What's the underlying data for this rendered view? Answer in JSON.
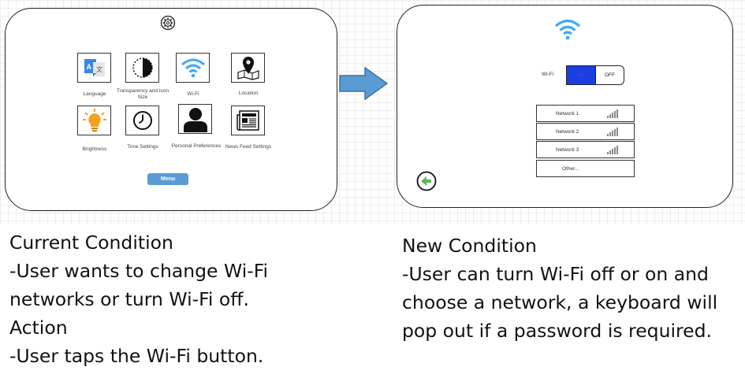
{
  "left_screen": {
    "tiles": [
      {
        "icon": "language-icon",
        "label": "Language"
      },
      {
        "icon": "contrast-icon",
        "label": "Transparency and Icon Size"
      },
      {
        "icon": "wifi-icon",
        "label": "Wi-Fi"
      },
      {
        "icon": "location-pin-icon",
        "label": "Location"
      },
      {
        "icon": "lightbulb-icon",
        "label": "Brightness"
      },
      {
        "icon": "clock-icon",
        "label": "Time Settings"
      },
      {
        "icon": "person-icon",
        "label": "Personal Preferences"
      },
      {
        "icon": "newspaper-icon",
        "label": "News Feed Settings"
      }
    ],
    "menu_label": "Menu"
  },
  "right_screen": {
    "wifi_label": "Wi-Fi",
    "toggle_on": "On",
    "toggle_off": "OFF",
    "networks": [
      {
        "name": "Network 1"
      },
      {
        "name": "Network 2"
      },
      {
        "name": "Network 3"
      },
      {
        "name": "Other..."
      }
    ]
  },
  "captions": {
    "left": [
      "Current Condition",
      "-User wants to change Wi-Fi",
      "networks or turn Wi-Fi off.",
      "Action",
      "-User taps the Wi-Fi button."
    ],
    "right": [
      "New Condition",
      "-User can turn Wi-Fi off or on and",
      "choose a network, a keyboard will",
      "pop out if a password is required."
    ]
  },
  "colors": {
    "accent_blue": "#5b9bd5",
    "wifi_blue": "#3fa9f5",
    "toggle_on": "#1a3ee0",
    "arrow_blue": "#5b9bd5",
    "bulb_orange": "#f4a21d",
    "back_green": "#5bb85b"
  }
}
